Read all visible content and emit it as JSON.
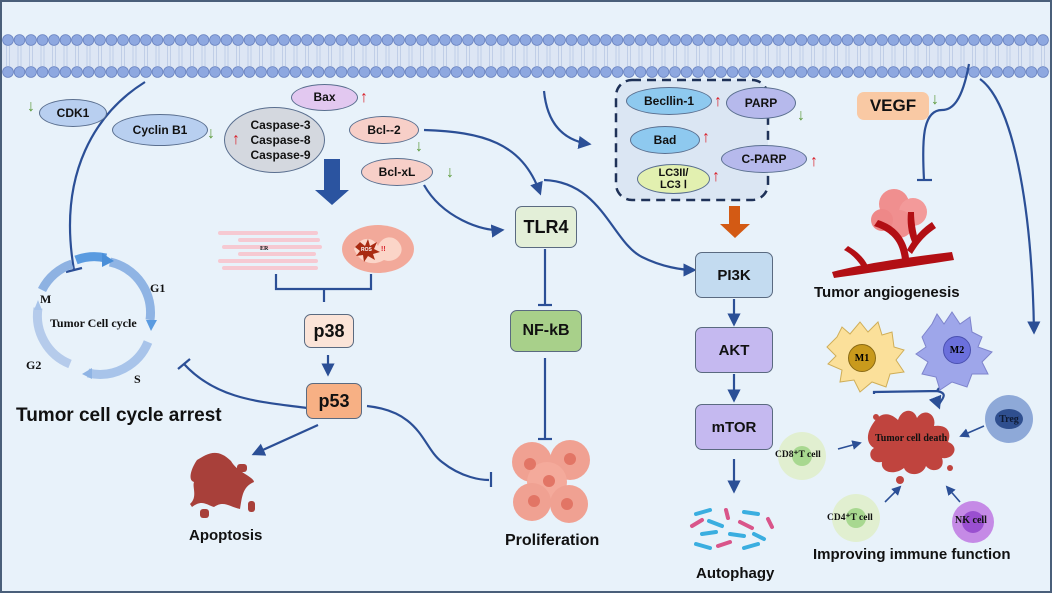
{
  "title": "Mechanisms of anti-tumor action diagram",
  "colors": {
    "background": "#e8f2fa",
    "membrane_head": "#8ea8e0",
    "line": "#2b4f96",
    "up_arrow": "#d9202a",
    "down_arrow": "#5c9a3a"
  },
  "regulation_symbols": {
    "up": "↑",
    "down": "↓"
  },
  "cell_cycle_module": {
    "molecules": [
      {
        "name": "CDK1",
        "change": "down"
      },
      {
        "name": "Cyclin B1",
        "change": "down"
      }
    ],
    "cycle_title": "Tumor Cell cycle",
    "phases": [
      "M",
      "G1",
      "S",
      "G2"
    ],
    "outcome": "Tumor cell cycle arrest"
  },
  "apoptosis_module": {
    "caspases": [
      "Caspase-3",
      "Caspase-8",
      "Caspase-9"
    ],
    "caspases_change": "up",
    "bax": {
      "name": "Bax",
      "change": "up"
    },
    "bcl2": {
      "name": "Bcl--2",
      "change": "down"
    },
    "bclxl": {
      "name": "Bcl-xL",
      "change": "down"
    },
    "organelles": {
      "er": "ER",
      "ros": "ROS",
      "ros_mark": "!!"
    },
    "p38": "p38",
    "p53": "p53",
    "outcome": "Apoptosis"
  },
  "proliferation_module": {
    "tlr4": "TLR4",
    "nfkb": "NF-kB",
    "outcome": "Proliferation"
  },
  "autophagy_module": {
    "markers": [
      {
        "name": "Becllin-1",
        "change": "up"
      },
      {
        "name": "PARP",
        "change": "down"
      },
      {
        "name": "Bad",
        "change": "up"
      },
      {
        "name": "C-PARP",
        "change": "up"
      },
      {
        "name": "LC3II/ LC3 Ⅰ",
        "line1": "LC3II/",
        "line2": "LC3 Ⅰ",
        "change": "up"
      }
    ],
    "pathway": [
      "PI3K",
      "AKT",
      "mTOR"
    ],
    "outcome": "Autophagy"
  },
  "angiogenesis_module": {
    "vegf": {
      "name": "VEGF",
      "change": "down"
    },
    "outcome": "Tumor angiogenesis"
  },
  "immune_module": {
    "macrophages": [
      "M1",
      "M2"
    ],
    "center": "Tumor cell death",
    "cells": [
      {
        "name": "CD8⁺T cell"
      },
      {
        "name": "CD4⁺T cell"
      },
      {
        "name": "NK cell"
      },
      {
        "name": "Treg"
      }
    ],
    "outcome": "Improving immune function"
  }
}
